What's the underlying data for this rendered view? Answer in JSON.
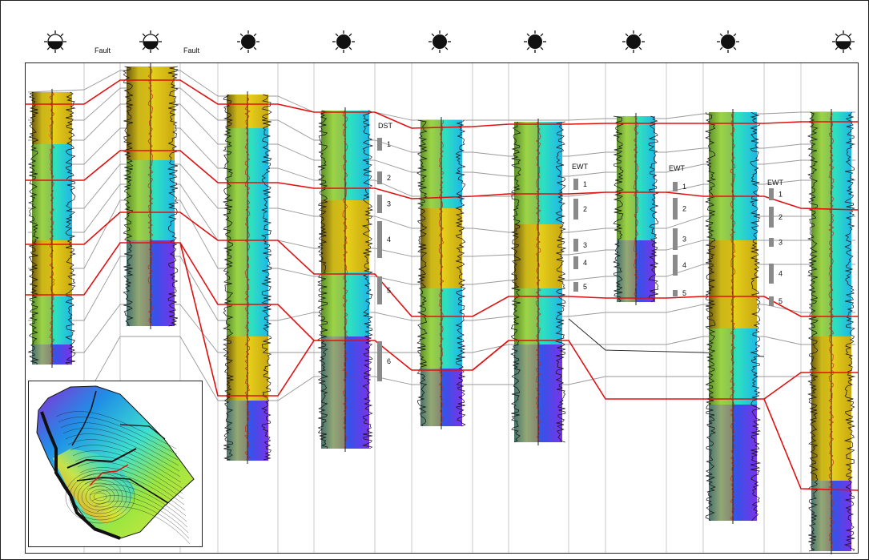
{
  "annotations": {
    "fault_left": "Fault",
    "fault_right": "Fault",
    "dst": "DST",
    "ewt": "EWT"
  },
  "colors": {
    "horizon": "#e01010",
    "correlation": "#9a9a9a",
    "gridline": "#c8c8c8",
    "test_bar": "#8a8a8a"
  },
  "wells": [
    {
      "id": "w1",
      "symbol": "gas-oil"
    },
    {
      "id": "w2",
      "symbol": "gas-oil"
    },
    {
      "id": "w3",
      "symbol": "oil"
    },
    {
      "id": "w4",
      "symbol": "oil"
    },
    {
      "id": "w5",
      "symbol": "oil"
    },
    {
      "id": "w6",
      "symbol": "oil"
    },
    {
      "id": "w7",
      "symbol": "oil"
    },
    {
      "id": "w8",
      "symbol": "oil"
    },
    {
      "id": "w9",
      "symbol": "gas-oil"
    }
  ],
  "dst_intervals": [
    "1",
    "2",
    "3",
    "4",
    "5",
    "6"
  ],
  "ewt_groups": [
    {
      "intervals": [
        "1",
        "2",
        "3",
        "4",
        "5"
      ]
    },
    {
      "intervals": [
        "1",
        "2",
        "3",
        "4",
        "5"
      ]
    },
    {
      "intervals": [
        "1",
        "2",
        "3",
        "4",
        "5"
      ]
    }
  ]
}
